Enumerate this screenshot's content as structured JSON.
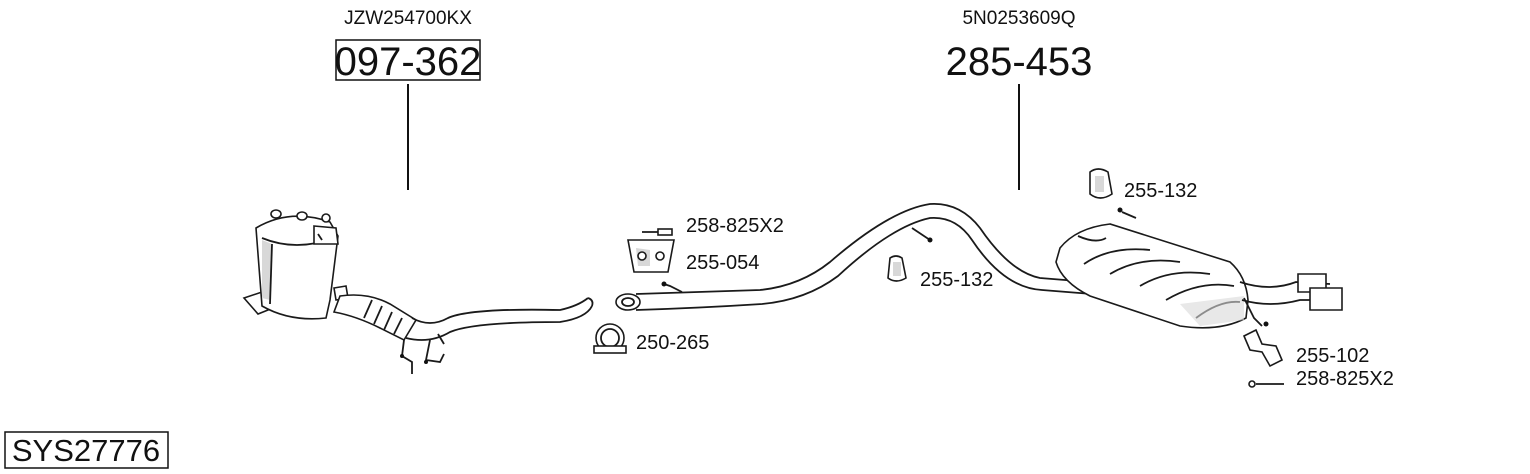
{
  "diagram": {
    "system_code": "SYS27776",
    "assemblies": [
      {
        "oem_number": "JZW254700KX",
        "part_number": "097-362"
      },
      {
        "oem_number": "5N0253609Q",
        "part_number": "285-453"
      }
    ],
    "parts": {
      "bolt_front": "258-825X2",
      "hanger_front": "255-054",
      "clamp": "250-265",
      "rubber_mount_mid": "255-132",
      "rubber_mount_rear": "255-132",
      "bracket_rear": "255-102",
      "bolt_rear": "258-825X2"
    }
  }
}
